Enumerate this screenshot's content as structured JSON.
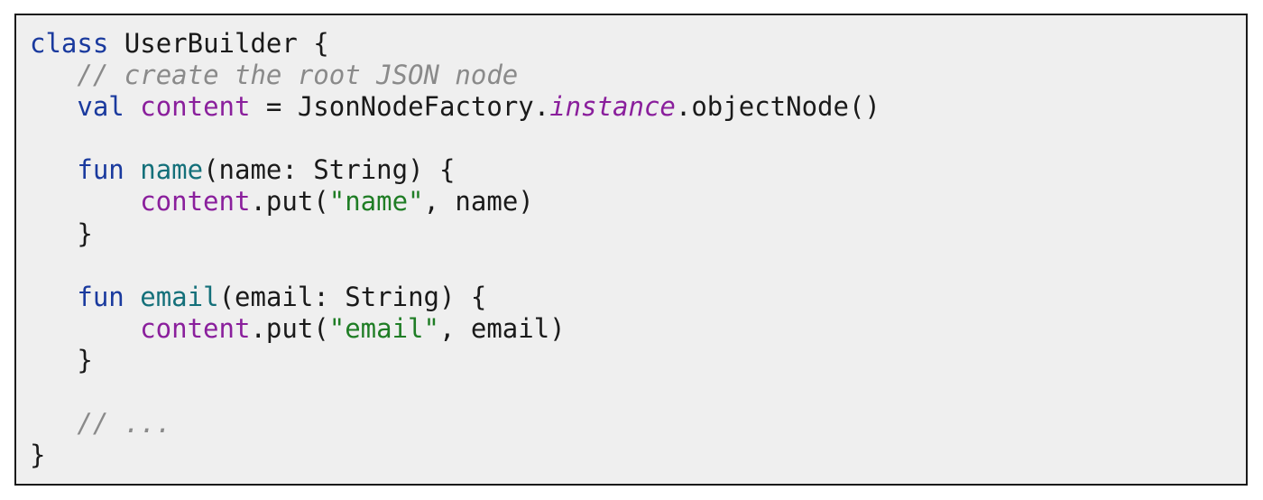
{
  "code": {
    "lines": [
      [
        {
          "t": "class",
          "c": "kw"
        },
        {
          "t": " UserBuilder {",
          "c": "plain"
        }
      ],
      [
        {
          "t": "   ",
          "c": "plain"
        },
        {
          "t": "// create the root JSON node",
          "c": "cm"
        }
      ],
      [
        {
          "t": "   ",
          "c": "plain"
        },
        {
          "t": "val",
          "c": "kw"
        },
        {
          "t": " ",
          "c": "plain"
        },
        {
          "t": "content",
          "c": "prop"
        },
        {
          "t": " = JsonNodeFactory.",
          "c": "plain"
        },
        {
          "t": "instance",
          "c": "prop-it"
        },
        {
          "t": ".objectNode()",
          "c": "plain"
        }
      ],
      [],
      [
        {
          "t": "   ",
          "c": "plain"
        },
        {
          "t": "fun",
          "c": "kw"
        },
        {
          "t": " ",
          "c": "plain"
        },
        {
          "t": "name",
          "c": "fn"
        },
        {
          "t": "(name: String) {",
          "c": "plain"
        }
      ],
      [
        {
          "t": "       ",
          "c": "plain"
        },
        {
          "t": "content",
          "c": "prop"
        },
        {
          "t": ".put(",
          "c": "plain"
        },
        {
          "t": "\"name\"",
          "c": "str"
        },
        {
          "t": ", name)",
          "c": "plain"
        }
      ],
      [
        {
          "t": "   }",
          "c": "plain"
        }
      ],
      [],
      [
        {
          "t": "   ",
          "c": "plain"
        },
        {
          "t": "fun",
          "c": "kw"
        },
        {
          "t": " ",
          "c": "plain"
        },
        {
          "t": "email",
          "c": "fn"
        },
        {
          "t": "(email: String) {",
          "c": "plain"
        }
      ],
      [
        {
          "t": "       ",
          "c": "plain"
        },
        {
          "t": "content",
          "c": "prop"
        },
        {
          "t": ".put(",
          "c": "plain"
        },
        {
          "t": "\"email\"",
          "c": "str"
        },
        {
          "t": ", email)",
          "c": "plain"
        }
      ],
      [
        {
          "t": "   }",
          "c": "plain"
        }
      ],
      [],
      [
        {
          "t": "   ",
          "c": "plain"
        },
        {
          "t": "// ...",
          "c": "cm"
        }
      ],
      [
        {
          "t": "}",
          "c": "plain"
        }
      ]
    ]
  },
  "colors": {
    "keyword": "#1a3a9e",
    "function_name": "#14707a",
    "property": "#8a1f9c",
    "string": "#1f7d25",
    "comment": "#8a8a8a",
    "background": "#efefef",
    "border": "#1a1a1a"
  }
}
